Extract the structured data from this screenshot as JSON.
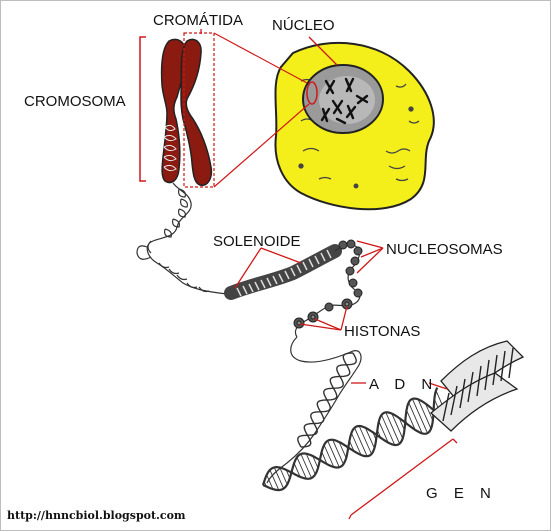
{
  "labels": {
    "cromatida": "CROMÁTIDA",
    "nucleo": "NÚCLEO",
    "cromosoma": "CROMOSOMA",
    "solenoide": "SOLENOIDE",
    "nucleosomas": "NUCLEOSOMAS",
    "histonas": "HISTONAS",
    "adn": "A D N",
    "gen": "G E N"
  },
  "credit": "http://hnncbiol.blogspot.com",
  "colors": {
    "leader": "#d01818",
    "chromosome": "#8b1a10",
    "cell": "#f4ee1a",
    "nucleus": "#9a9a9a",
    "outline": "#222222"
  }
}
